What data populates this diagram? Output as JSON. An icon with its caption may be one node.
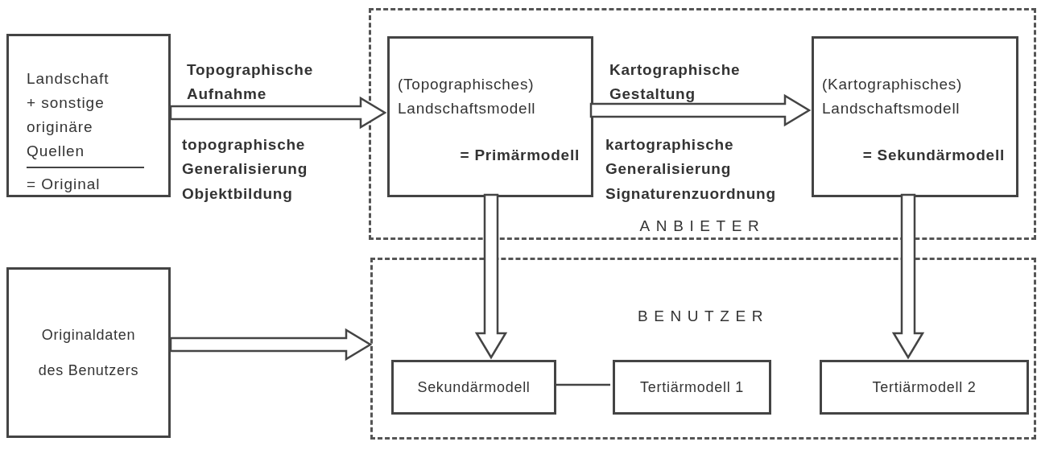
{
  "diagram": {
    "nodes": [
      {
        "text": [
          "Landschaft + sonstige originäre Quellen",
          "= Original"
        ]
      },
      {
        "text": [
          "ANBIETER"
        ]
      },
      {
        "text": [
          "(Topographisches) Landschaftsmodell",
          "= Primärmodell"
        ],
        "in": 1
      },
      {
        "text": [
          "(Kartographisches) Landschaftsmodell",
          "= Sekundärmodell"
        ],
        "in": 1
      },
      {
        "text": [
          "Originaldaten des Benutzers"
        ]
      },
      {
        "text": [
          "BENUTZER"
        ]
      },
      {
        "text": [
          "Sekundärmodell"
        ],
        "in": 5
      },
      {
        "text": [
          "Tertiärmodell 1"
        ],
        "in": 5
      },
      {
        "text": [
          "Tertiärmodell 2"
        ],
        "in": 5
      }
    ],
    "edges": [
      {
        "from": 0,
        "to": 2,
        "arrow": "to",
        "label": "Topographische Aufnahme"
      },
      {
        "from": 2,
        "to": 3,
        "arrow": "to",
        "label": "Kartographische Gestaltung"
      },
      {
        "from": 2,
        "to": 6,
        "arrow": "to"
      },
      {
        "from": 3,
        "to": 8,
        "arrow": "to"
      },
      {
        "from": 4,
        "to": 5,
        "arrow": "to"
      },
      {
        "from": 6,
        "to": 7,
        "arrow": "none"
      }
    ],
    "labels": [
      "topographische Generalisierung",
      "Objektbildung",
      "kartographische Generalisierung",
      "Signaturenzuordnung"
    ]
  }
}
